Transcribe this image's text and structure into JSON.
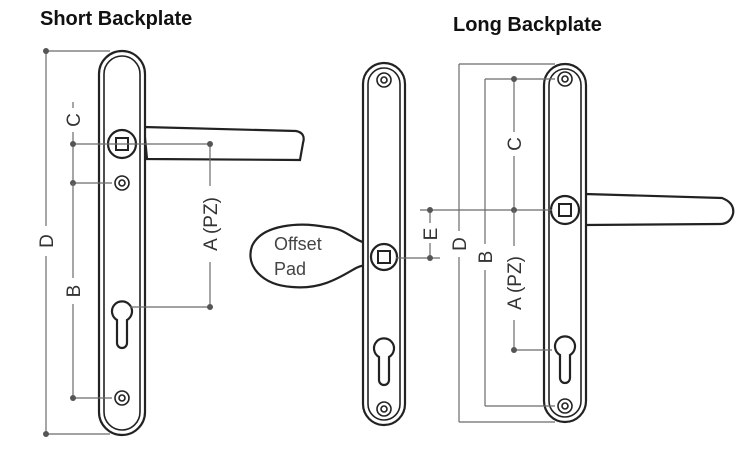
{
  "diagram": {
    "short_backplate": {
      "title": "Short Backplate",
      "labels": {
        "c": "C",
        "d": "D",
        "b": "B",
        "a": "A (PZ)"
      }
    },
    "long_backplate": {
      "title": "Long Backplate",
      "labels": {
        "c": "C",
        "e": "E",
        "d": "D",
        "b": "B",
        "a": "A (PZ)"
      }
    },
    "offset_pad": {
      "line1": "Offset",
      "line2": "Pad"
    },
    "colors": {
      "outline": "#222222",
      "dimension_line": "#6b6b6b",
      "text": "#333333"
    }
  }
}
